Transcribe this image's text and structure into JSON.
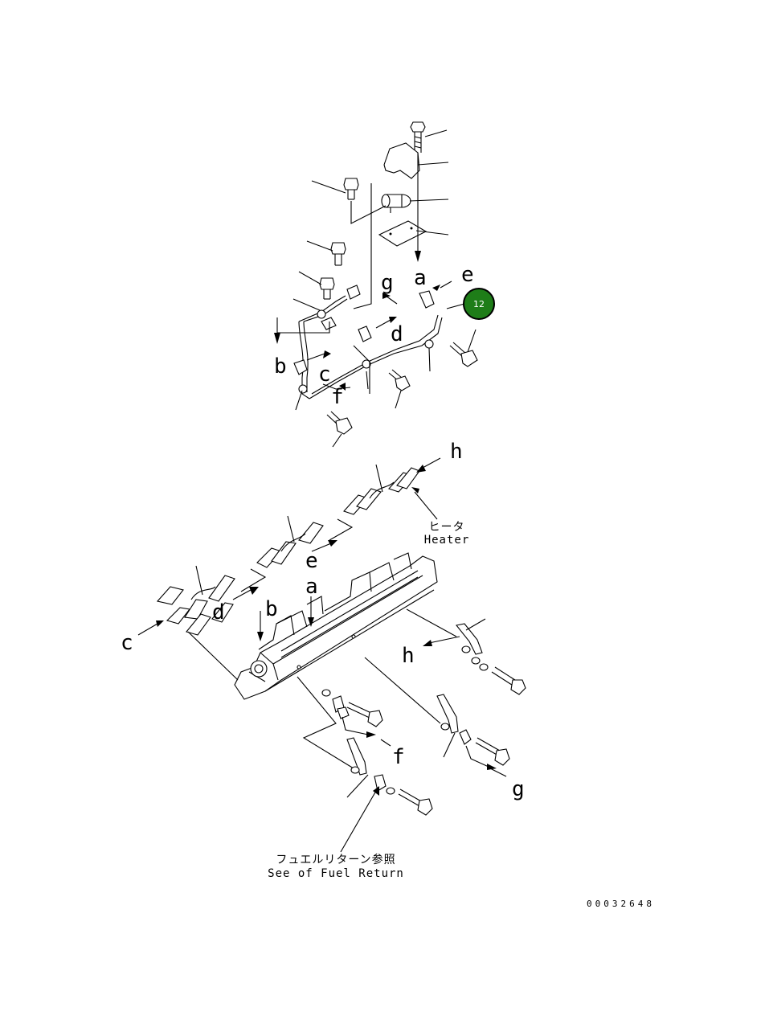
{
  "letters": [
    "a",
    "b",
    "c",
    "d",
    "e",
    "f",
    "g",
    "h"
  ],
  "heater_jp": "ヒータ",
  "heater_en": "Heater",
  "fuel_return_jp": "フュエルリターン参照",
  "fuel_return_en": "See of Fuel Return",
  "drawing_code": "00032648",
  "callout": {
    "number": "12",
    "color": "#1e7d18"
  }
}
